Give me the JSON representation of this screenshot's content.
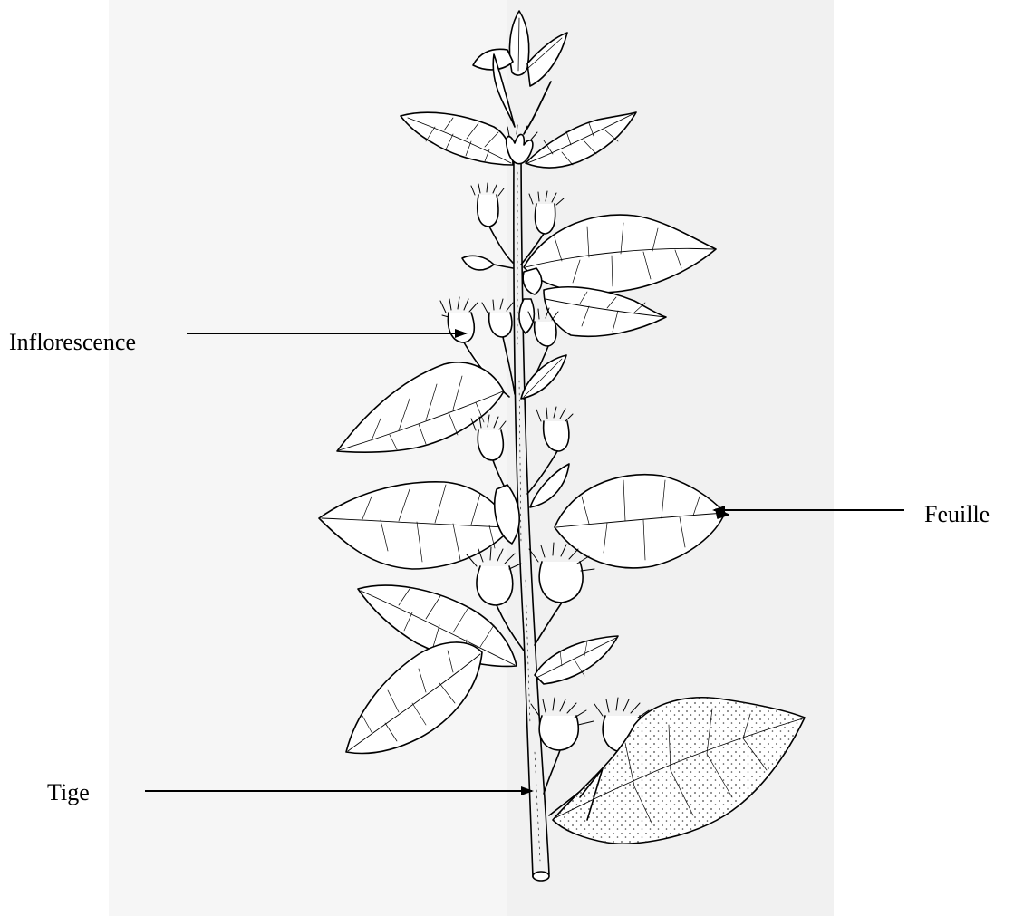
{
  "labels": {
    "inflorescence": "Inflorescence",
    "feuille": "Feuille",
    "tige": "Tige"
  },
  "colors": {
    "ink": "#000000",
    "paper": "#ffffff",
    "scan_gray": "#f4f4f4"
  }
}
